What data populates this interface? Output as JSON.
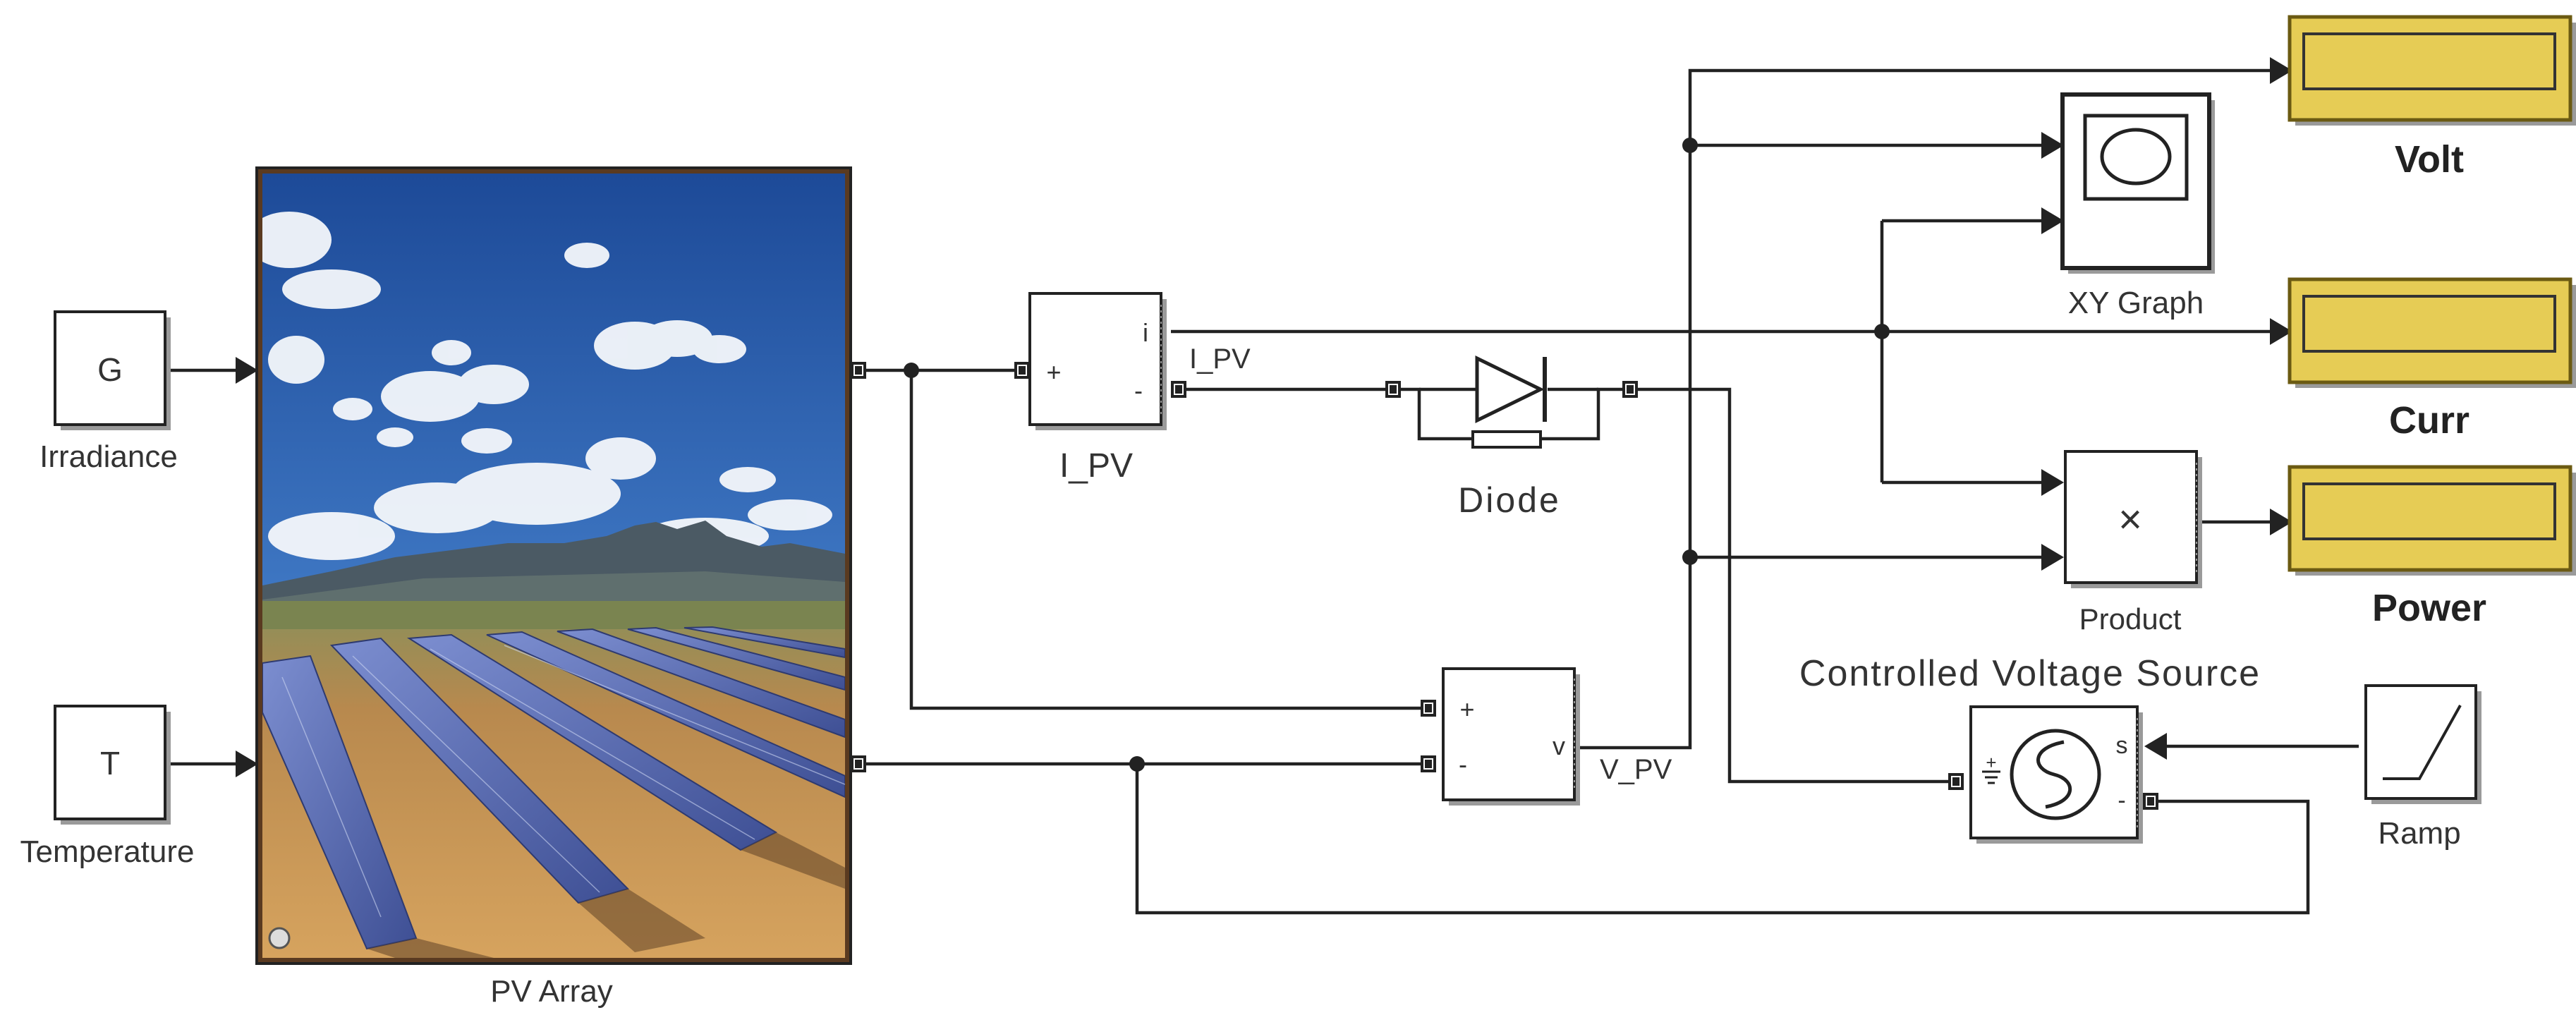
{
  "blocks": {
    "irradiance": {
      "symbol": "G",
      "label": "Irradiance"
    },
    "temperature": {
      "symbol": "T",
      "label": "Temperature"
    },
    "pv_array": {
      "label": "PV Array"
    },
    "current_sensor": {
      "label": "I_PV",
      "port_plus": "+",
      "port_minus": "-",
      "port_out": "i",
      "signal": "I_PV"
    },
    "diode": {
      "label": "Diode"
    },
    "voltage_sensor": {
      "port_plus": "+",
      "port_minus": "-",
      "port_out": "v",
      "signal": "V_PV"
    },
    "xy_graph": {
      "label": "XY Graph"
    },
    "product": {
      "symbol": "×",
      "label": "Product"
    },
    "cvs": {
      "label": "Controlled Voltage Source",
      "port_s": "s",
      "port_minus": "-",
      "port_plus": "+"
    },
    "ramp": {
      "label": "Ramp"
    },
    "volt": {
      "label": "Volt"
    },
    "curr": {
      "label": "Curr"
    },
    "power": {
      "label": "Power"
    }
  },
  "colors": {
    "display_fill": "#e6cc55",
    "line": "#222222",
    "sky_top": "#1c4a9a",
    "sky_bottom": "#6ea6dc",
    "panel": "#5a6fb0",
    "ground": "#b88950"
  }
}
